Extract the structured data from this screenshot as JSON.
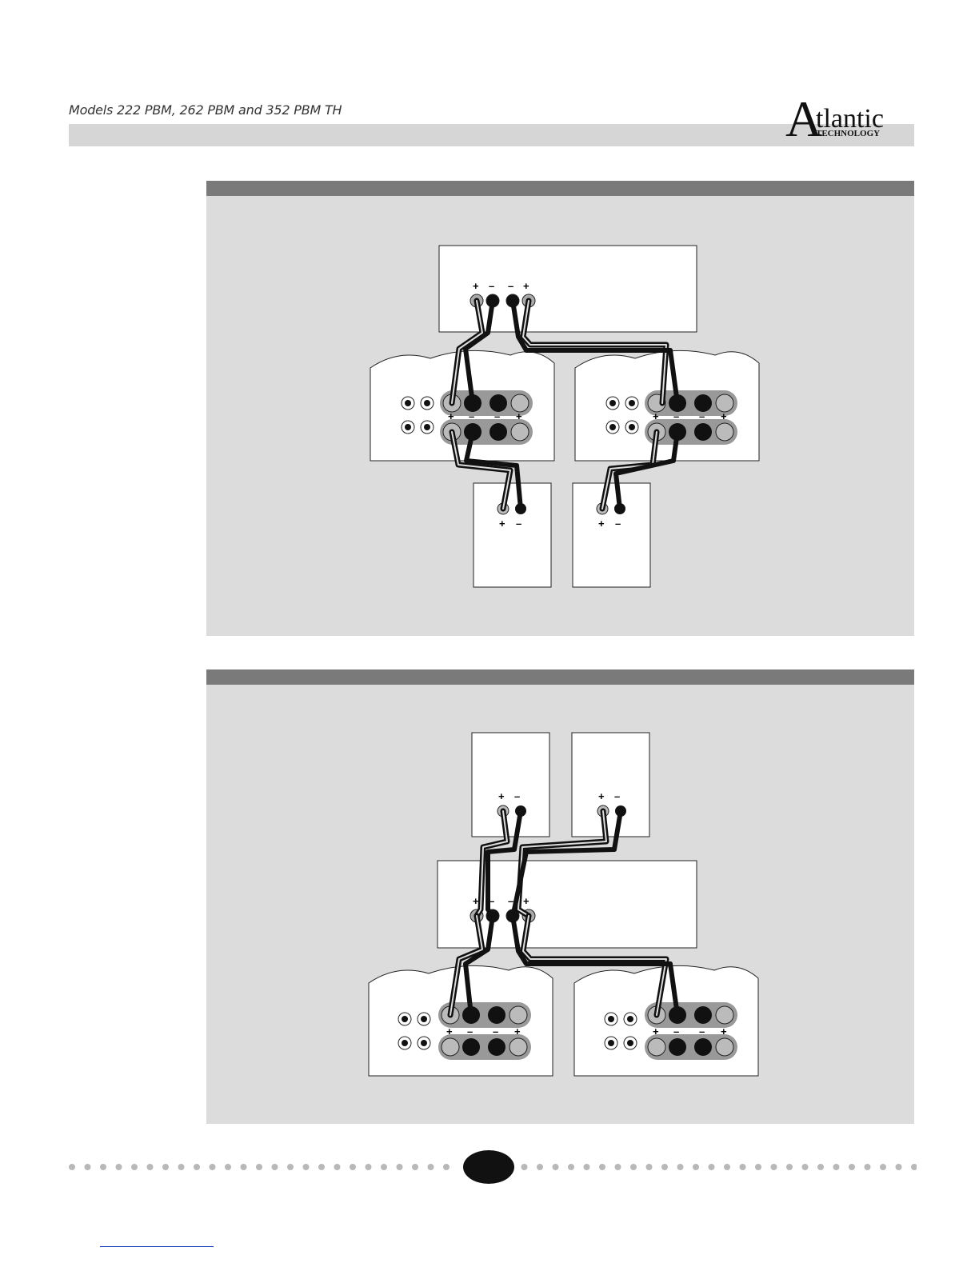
{
  "header": {
    "title": "Models 222 PBM, 262 PBM and 352 PBM TH",
    "logo_text": "Atlantic",
    "logo_subtext": "TECHNOLOGY"
  },
  "diagrams": [
    {
      "terminal_labels": {
        "source_top": [
          "+",
          "–",
          "–",
          "+"
        ],
        "amp_left_mid": [
          "+",
          "–",
          "–",
          "+"
        ],
        "amp_right_mid": [
          "+",
          "–",
          "–",
          "+"
        ],
        "speaker_left": [
          "+",
          "–"
        ],
        "speaker_right": [
          "+",
          "–"
        ]
      }
    },
    {
      "terminal_labels": {
        "speaker_left": [
          "+",
          "–"
        ],
        "speaker_right": [
          "+",
          "–"
        ],
        "source_top": [
          "+",
          "–",
          "–",
          "+"
        ],
        "amp_left_mid": [
          "+",
          "–",
          "–",
          "+"
        ],
        "amp_right_mid": [
          "+",
          "–",
          "–",
          "+"
        ]
      }
    }
  ],
  "footer": {
    "page_number": ""
  },
  "colors": {
    "header_band": "#d6d6d6",
    "panel_bg": "#dcdcdc",
    "panel_bar": "#7a7a7a",
    "footer_dots": "#b8b8b8"
  }
}
